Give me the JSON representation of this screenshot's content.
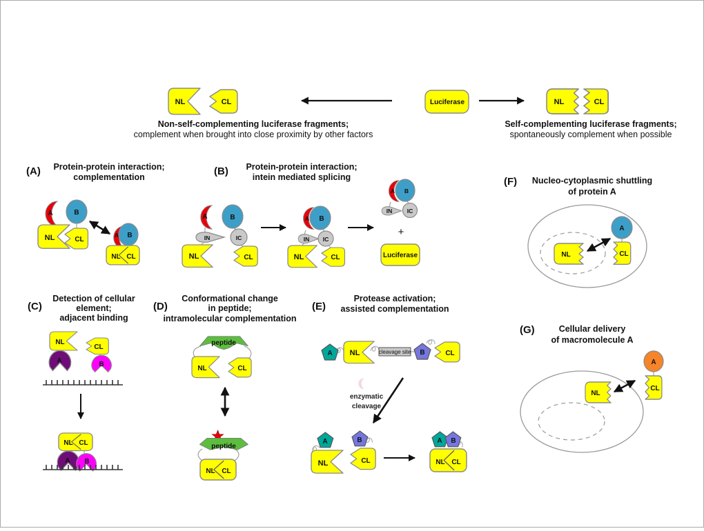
{
  "figure": {
    "type": "scientific-diagram",
    "subject": "Luciferase fragment complementation strategies"
  },
  "palette": {
    "fragment_yellow": "#FFFF00",
    "protein_a_red": "#E8000B",
    "protein_b_blue": "#3D9FC8",
    "intein_gray": "#C9C9C9",
    "element_a_purple": "#6E0D78",
    "element_b_magenta": "#FF00FF",
    "peptide_green": "#5CBE3E",
    "tag_a_teal": "#00A79B",
    "tag_b_violet": "#7577DF",
    "macromolecule_orange": "#F68428",
    "protease_pink": "#F7D9DB"
  },
  "labels": {
    "nl": "NL",
    "cl": "CL",
    "a": "A",
    "b": "B",
    "in_frag": "IN",
    "ic_frag": "IC",
    "peptide": "peptide",
    "luciferase": "Luciferase",
    "plus": "+"
  },
  "top": {
    "luciferase_label": "Luciferase",
    "left_caption_bold": "Non-self-complementing luciferase fragments;",
    "left_caption_rest": "complement when brought into close proximity by other factors",
    "right_caption_bold": "Self-complementing luciferase fragments;",
    "right_caption_rest": "spontaneously complement when possible"
  },
  "panels": {
    "a": {
      "tag": "(A)",
      "title1": "Protein-protein interaction;",
      "title2": "complementation"
    },
    "b": {
      "tag": "(B)",
      "title1": "Protein-protein interaction;",
      "title2": "intein mediated splicing"
    },
    "c": {
      "tag": "(C)",
      "title1": "Detection of cellular",
      "title2": "element;",
      "title3": "adjacent binding"
    },
    "d": {
      "tag": "(D)",
      "title1": "Conformational change",
      "title2": "in peptide;",
      "title3": "intramolecular complementation"
    },
    "e": {
      "tag": "(E)",
      "title1": "Protease activation;",
      "title2": "assisted complementation",
      "cleavage_site": "cleavage site",
      "enzymatic1": "enzymatic",
      "enzymatic2": "cleavage"
    },
    "f": {
      "tag": "(F)",
      "title1": "Nucleo-cytoplasmic shuttling",
      "title2": "of protein A"
    },
    "g": {
      "tag": "(G)",
      "title1": "Cellular delivery",
      "title2": "of macromolecule A"
    }
  }
}
